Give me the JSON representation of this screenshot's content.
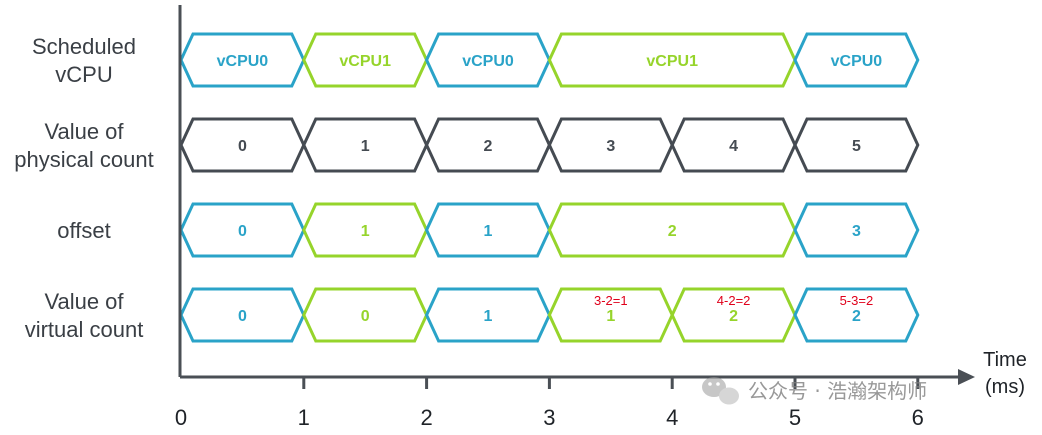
{
  "colors": {
    "teal": "#2aa3c8",
    "lime": "#96d42b",
    "dark": "#454b52",
    "annotation": "#e0001b",
    "axis": "#4a4f55"
  },
  "rows": [
    {
      "label_lines": [
        "Scheduled",
        "vCPU"
      ],
      "cells": [
        {
          "start": 0,
          "end": 1,
          "text": "vCPU0",
          "color": "teal"
        },
        {
          "start": 1,
          "end": 2,
          "text": "vCPU1",
          "color": "lime"
        },
        {
          "start": 2,
          "end": 3,
          "text": "vCPU0",
          "color": "teal"
        },
        {
          "start": 3,
          "end": 5,
          "text": "vCPU1",
          "color": "lime"
        },
        {
          "start": 5,
          "end": 6,
          "text": "vCPU0",
          "color": "teal"
        }
      ]
    },
    {
      "label_lines": [
        "Value of",
        "physical count"
      ],
      "cells": [
        {
          "start": 0,
          "end": 1,
          "text": "0",
          "color": "dark"
        },
        {
          "start": 1,
          "end": 2,
          "text": "1",
          "color": "dark"
        },
        {
          "start": 2,
          "end": 3,
          "text": "2",
          "color": "dark"
        },
        {
          "start": 3,
          "end": 4,
          "text": "3",
          "color": "dark"
        },
        {
          "start": 4,
          "end": 5,
          "text": "4",
          "color": "dark"
        },
        {
          "start": 5,
          "end": 6,
          "text": "5",
          "color": "dark"
        }
      ]
    },
    {
      "label_lines": [
        "offset"
      ],
      "cells": [
        {
          "start": 0,
          "end": 1,
          "text": "0",
          "color": "teal"
        },
        {
          "start": 1,
          "end": 2,
          "text": "1",
          "color": "lime"
        },
        {
          "start": 2,
          "end": 3,
          "text": "1",
          "color": "teal"
        },
        {
          "start": 3,
          "end": 5,
          "text": "2",
          "color": "lime"
        },
        {
          "start": 5,
          "end": 6,
          "text": "3",
          "color": "teal"
        }
      ]
    },
    {
      "label_lines": [
        "Value of",
        "virtual count"
      ],
      "cells": [
        {
          "start": 0,
          "end": 1,
          "text": "0",
          "color": "teal"
        },
        {
          "start": 1,
          "end": 2,
          "text": "0",
          "color": "lime"
        },
        {
          "start": 2,
          "end": 3,
          "text": "1",
          "color": "teal"
        },
        {
          "start": 3,
          "end": 4,
          "text": "1",
          "color": "lime",
          "note": "3-2=1"
        },
        {
          "start": 4,
          "end": 5,
          "text": "2",
          "color": "lime",
          "note": "4-2=2"
        },
        {
          "start": 5,
          "end": 6,
          "text": "2",
          "color": "teal",
          "note": "5-3=2"
        }
      ]
    }
  ],
  "axis": {
    "ticks": [
      "0",
      "1",
      "2",
      "3",
      "4",
      "5",
      "6"
    ],
    "title_lines": [
      "Time",
      "(ms)"
    ]
  },
  "watermark": {
    "icon": "wechat-icon",
    "text": "公众号 · 浩瀚架构师"
  }
}
